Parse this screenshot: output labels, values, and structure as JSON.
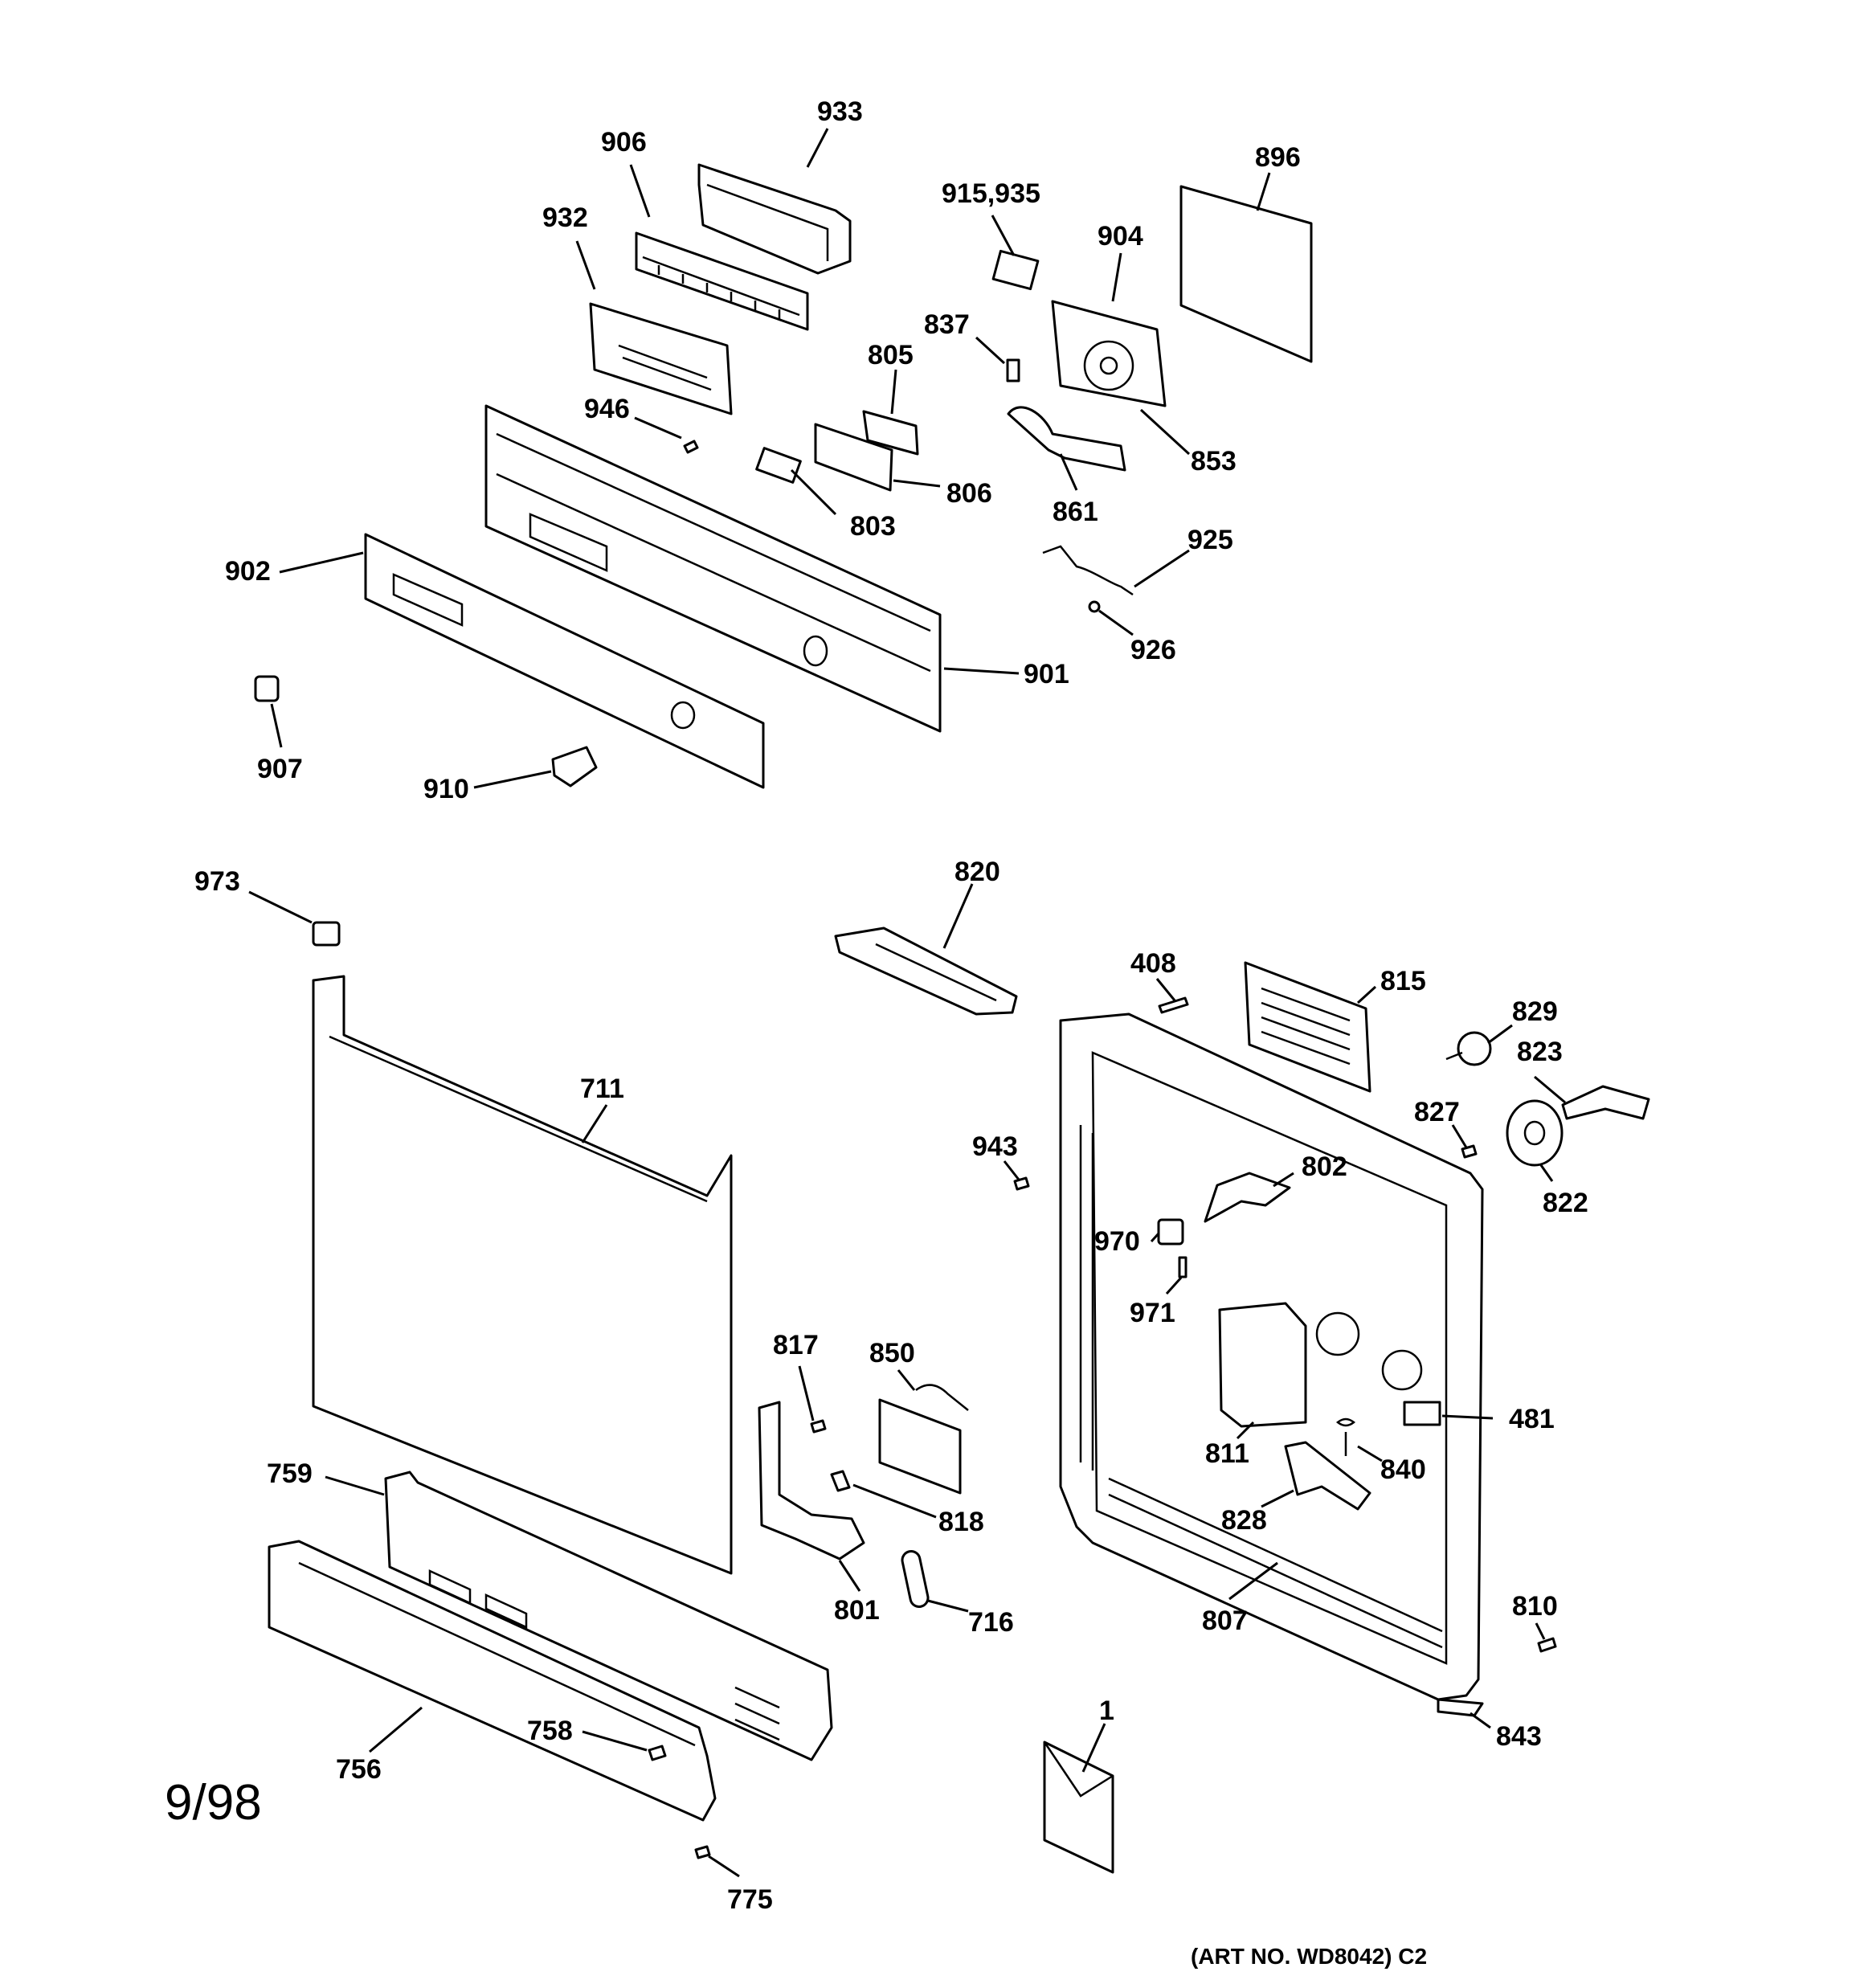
{
  "diagram": {
    "date_code": "9/98",
    "art_number": "(ART NO. WD8042) C2",
    "callouts": [
      "933",
      "906",
      "932",
      "915,935",
      "896",
      "904",
      "837",
      "805",
      "946",
      "853",
      "806",
      "803",
      "861",
      "902",
      "925",
      "901",
      "926",
      "907",
      "910",
      "820",
      "973",
      "408",
      "815",
      "829",
      "823",
      "711",
      "827",
      "943",
      "802",
      "822",
      "970",
      "971",
      "817",
      "850",
      "481",
      "811",
      "840",
      "759",
      "828",
      "818",
      "801",
      "716",
      "807",
      "810",
      "758",
      "843",
      "756",
      "1",
      "775"
    ]
  }
}
